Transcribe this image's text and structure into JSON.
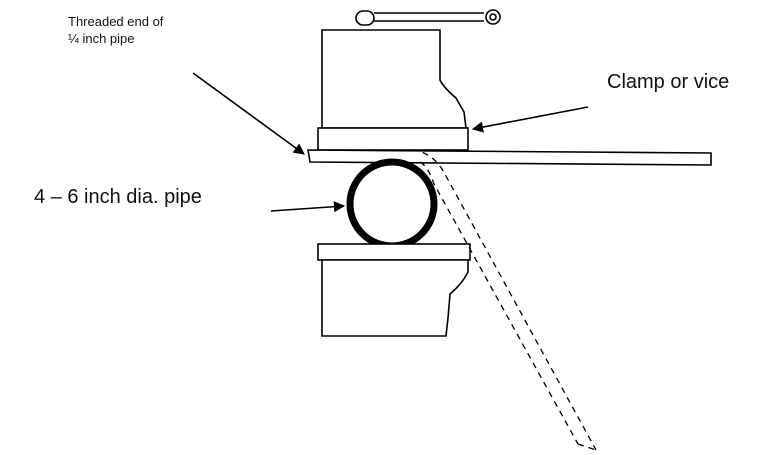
{
  "labels": {
    "threaded_end_line1": "Threaded end of",
    "threaded_end_line2": "¼ inch pipe",
    "clamp": "Clamp or vice",
    "big_pipe": "4 – 6 inch dia. pipe"
  },
  "colors": {
    "ink": "#000000",
    "background": "#ffffff"
  }
}
